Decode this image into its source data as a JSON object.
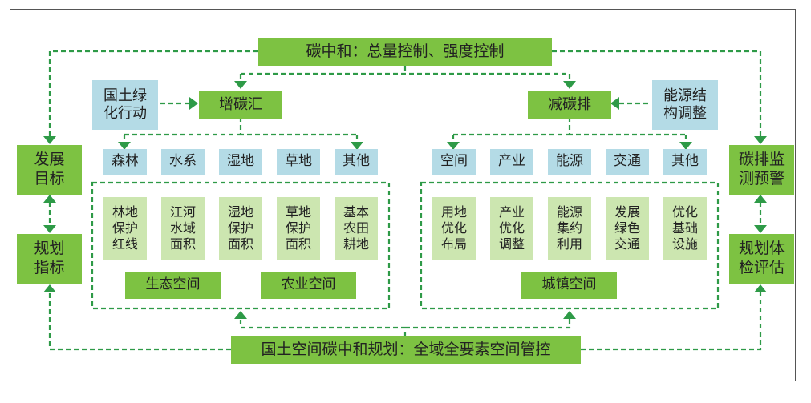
{
  "top_goal": "碳中和：总量控制、强度控制",
  "bottom_goal": "国土空间碳中和规划：全域全要素空间管控",
  "left_column": {
    "top": "发展\n目标",
    "bottom": "规划\n指标"
  },
  "right_column": {
    "top": "碳排监\n测预警",
    "bottom": "规划体\n检评估"
  },
  "left_branch": {
    "title": "增碳汇",
    "driver": "国土绿\n化行动",
    "categories": [
      "森林",
      "水系",
      "湿地",
      "草地",
      "其他"
    ],
    "measures": [
      "林地\n保护\n红线",
      "江河\n水域\n面积",
      "湿地\n保护\n面积",
      "草地\n保护\n面积",
      "基本\n农田\n耕地"
    ],
    "spaces": [
      "生态空间",
      "农业空间"
    ]
  },
  "right_branch": {
    "title": "减碳排",
    "driver": "能源结\n构调整",
    "categories": [
      "空间",
      "产业",
      "能源",
      "交通",
      "其他"
    ],
    "measures": [
      "用地\n优化\n布局",
      "产业\n优化\n调整",
      "能源\n集约\n利用",
      "发展\n绿色\n交通",
      "优化\n基础\n设施"
    ],
    "spaces": [
      "城镇空间"
    ]
  },
  "colors": {
    "primary_green": "#7dc242",
    "light_green": "#cce6b0",
    "light_blue": "#b4dbe6",
    "connector": "#2e9a47"
  }
}
